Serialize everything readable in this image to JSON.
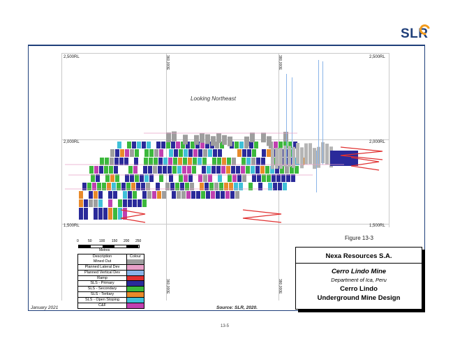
{
  "logo": {
    "text": "SLR"
  },
  "figure": {
    "rl_labels": {
      "top_left": "2,500RL",
      "top_right": "2,500RL",
      "mid_left": "2,000RL",
      "mid_right": "2,000RL",
      "bottom_left": "1,500RL",
      "bottom_right": "1,500RL"
    },
    "easting_labels": {
      "e1_top": "360,000E",
      "e2_top": "380,000E",
      "e1_bottom": "360,000E",
      "e2_bottom": "380,000E"
    },
    "view_note": "Looking Northeast",
    "figure_number": "Figure 13-3"
  },
  "scale_bar": {
    "ticks": [
      "0",
      "50",
      "100",
      "150",
      "200",
      "250"
    ],
    "unit": "Metres"
  },
  "legend": {
    "header": {
      "description": "Description",
      "colour": "Colour"
    },
    "items": [
      {
        "label": "Mined Out",
        "color": "#9e9e9e"
      },
      {
        "label": "Planned Lateral Dev",
        "color": "#e8a0c8"
      },
      {
        "label": "Planned Vertical Dev",
        "color": "#8ab4e8"
      },
      {
        "label": "Ramp",
        "color": "#e03030"
      },
      {
        "label": "SLS - Primary",
        "color": "#2a2a9a"
      },
      {
        "label": "SLS - Secondary",
        "color": "#3cb83c"
      },
      {
        "label": "SLS - Tertiary",
        "color": "#e88a2a"
      },
      {
        "label": "SLS - Open Stoping",
        "color": "#40c0d8"
      },
      {
        "label": "C&F",
        "color": "#c040b0"
      }
    ]
  },
  "title_block": {
    "company": "Nexa Resources S.A.",
    "mine": "Cerro Lindo Mine",
    "department": "Department of Ica, Peru",
    "title_line1": "Cerro Lindo",
    "title_line2": "Underground Mine Design"
  },
  "footer": {
    "date": "January 2021",
    "source": "Source: SLR, 2020.",
    "page": "13-5"
  }
}
